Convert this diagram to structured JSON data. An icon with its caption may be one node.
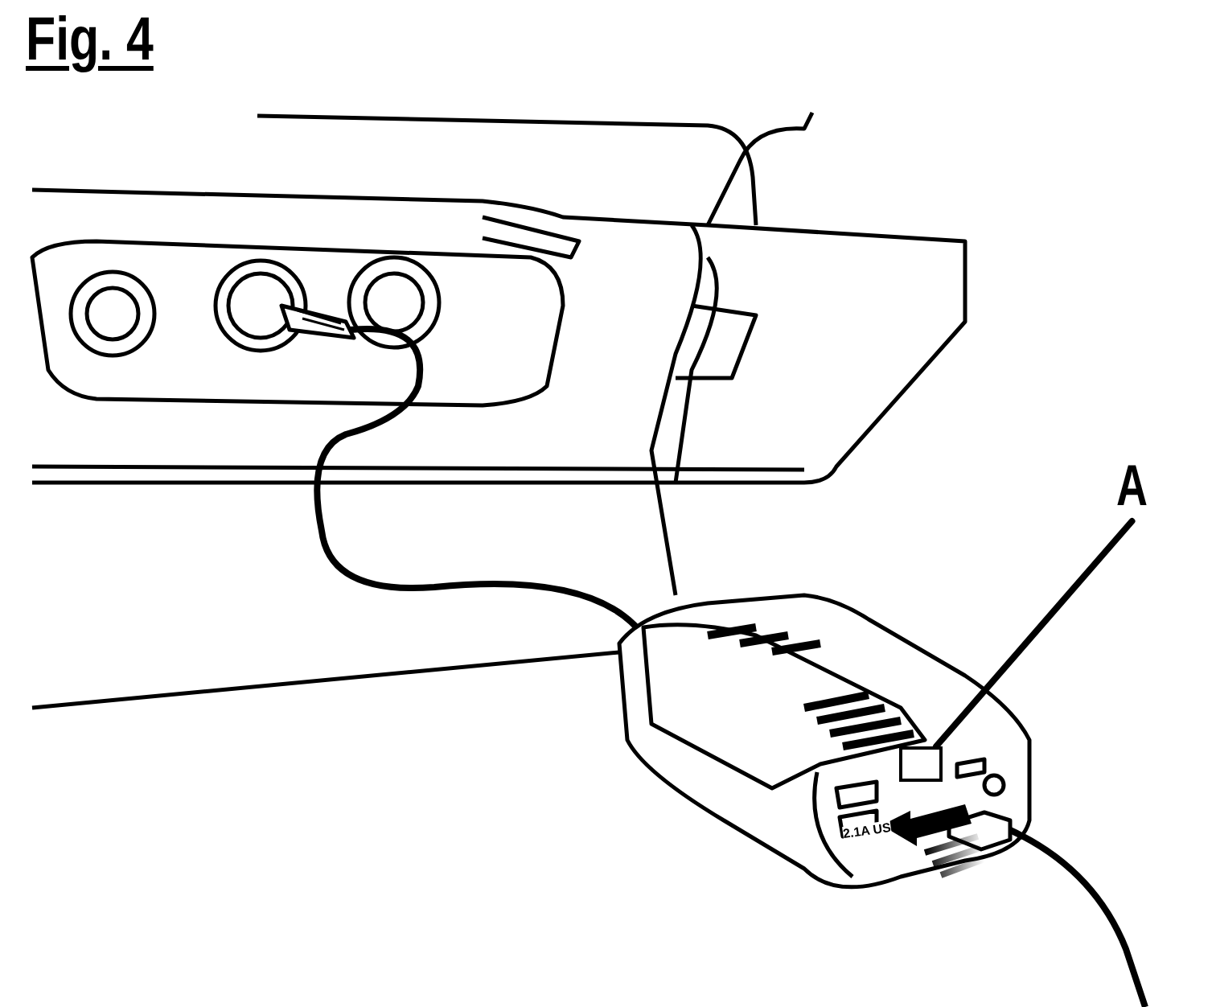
{
  "diagram": {
    "title": "Fig. 4",
    "nodes": [
      {
        "text": [
          "A"
        ]
      },
      {
        "text": [],
        "shape": "box"
      }
    ],
    "edges": [
      {
        "from": 0,
        "to": 1,
        "arrow": "none"
      }
    ],
    "labels": [
      "2.1A US"
    ]
  }
}
